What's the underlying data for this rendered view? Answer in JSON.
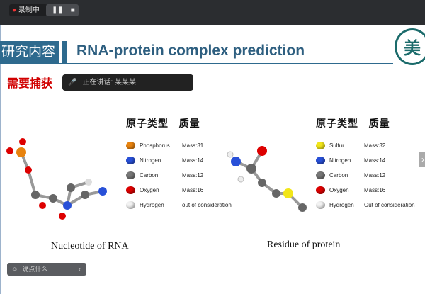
{
  "recording": {
    "label": "录制中",
    "pause_icon": "pause-icon",
    "stop_icon": "stop-icon"
  },
  "speaker": {
    "text": "正在讲话: 某某某"
  },
  "slide": {
    "section": "研究内容",
    "title": "RNA-protein complex prediction",
    "subtitle": "需要捕获",
    "logo_text": "美",
    "left_legend": {
      "header": "原子类型   质量",
      "rows": [
        {
          "atom": "Phosphorus",
          "mass": "Mass:31",
          "color": "#e8830f"
        },
        {
          "atom": "Nitrogen",
          "mass": "Mass:14",
          "color": "#2850d8"
        },
        {
          "atom": "Carbon",
          "mass": "Mass:12",
          "color": "#777777"
        },
        {
          "atom": "Oxygen",
          "mass": "Mass:16",
          "color": "#dd0000"
        },
        {
          "atom": "Hydrogen",
          "mass": "out of consideration",
          "color": "#f2f2f2"
        }
      ]
    },
    "right_legend": {
      "header": "原子类型   质量",
      "rows": [
        {
          "atom": "Sulfur",
          "mass": "Mass:32",
          "color": "#f2e619"
        },
        {
          "atom": "Nitrogen",
          "mass": "Mass:14",
          "color": "#2850d8"
        },
        {
          "atom": "Carbon",
          "mass": "Mass:12",
          "color": "#777777"
        },
        {
          "atom": "Oxygen",
          "mass": "Mass:16",
          "color": "#dd0000"
        },
        {
          "atom": "Hydrogen",
          "mass": "Out of consideration",
          "color": "#f2f2f2"
        }
      ]
    },
    "caption_left": "Nucleotide of RNA",
    "caption_right": "Residue of protein"
  },
  "chat": {
    "placeholder": "说点什么..."
  }
}
